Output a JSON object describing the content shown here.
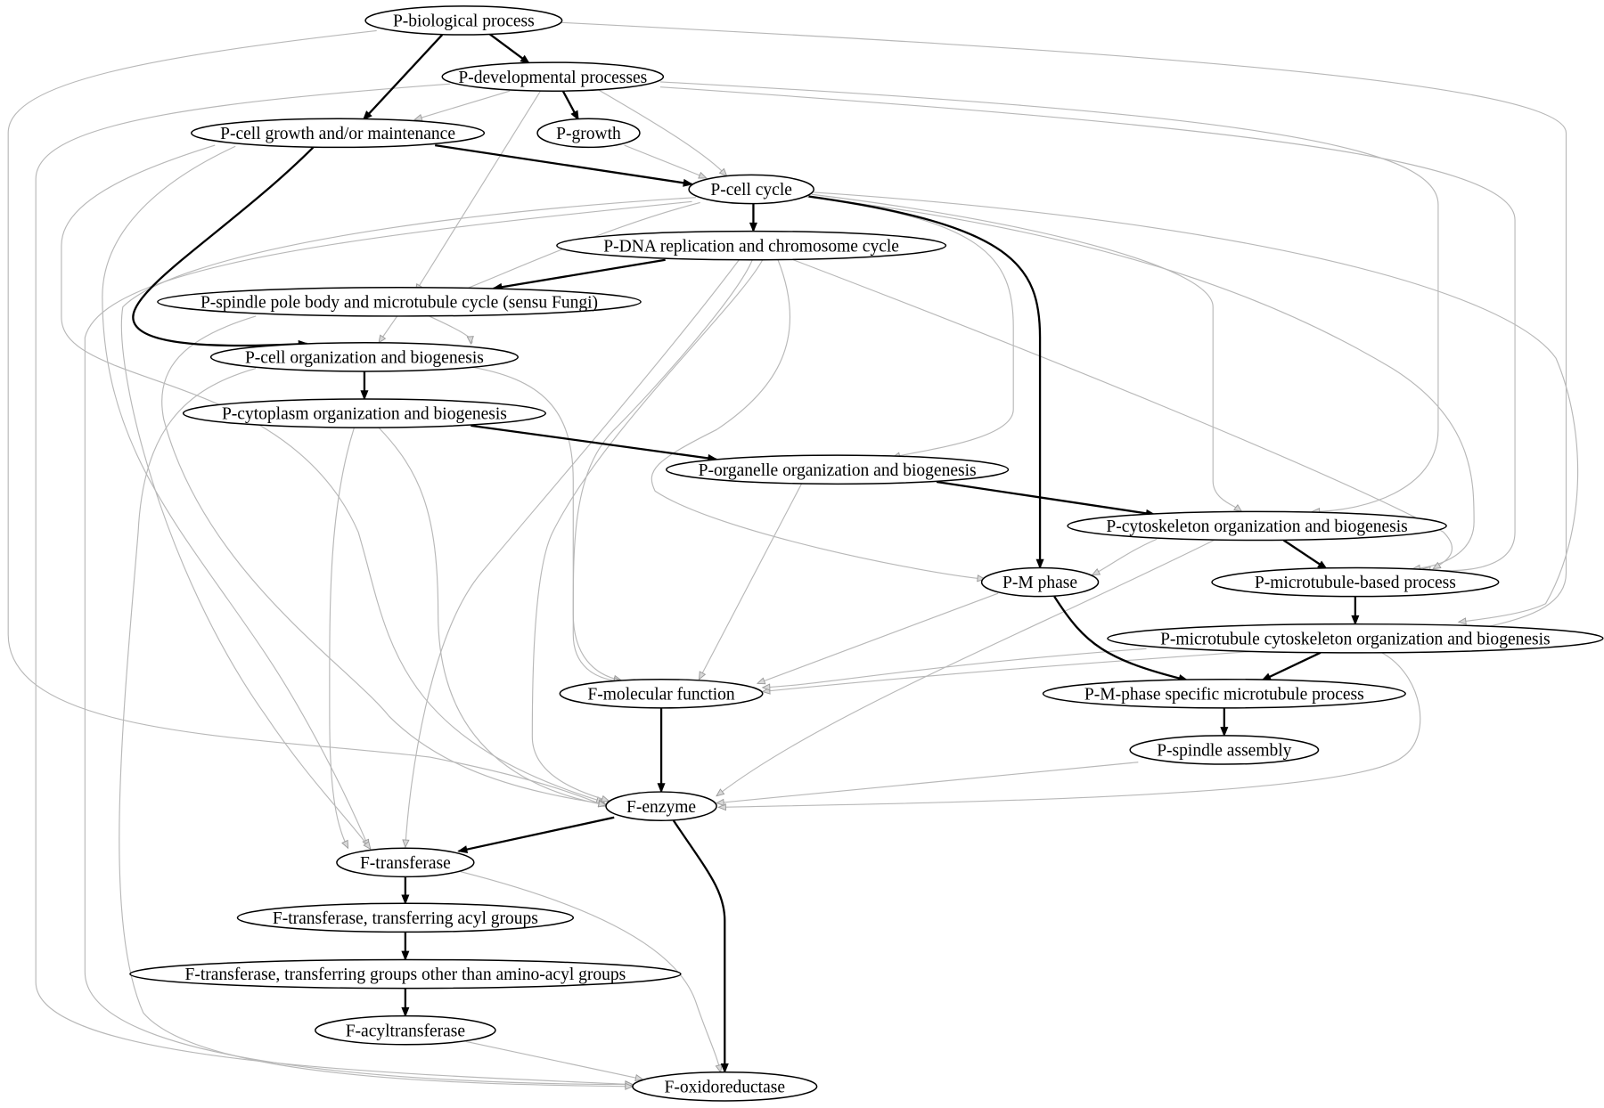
{
  "diagram": {
    "type": "directed-acyclic-graph",
    "nodes": [
      {
        "id": "bio",
        "label": "P-biological process"
      },
      {
        "id": "dev",
        "label": "P-developmental processes"
      },
      {
        "id": "cgm",
        "label": "P-cell growth and/or maintenance"
      },
      {
        "id": "growth",
        "label": "P-growth"
      },
      {
        "id": "cc",
        "label": "P-cell cycle"
      },
      {
        "id": "dna",
        "label": "P-DNA replication and chromosome cycle"
      },
      {
        "id": "spb",
        "label": "P-spindle pole body and microtubule cycle (sensu Fungi)"
      },
      {
        "id": "cob",
        "label": "P-cell organization and biogenesis"
      },
      {
        "id": "cyto",
        "label": "P-cytoplasm organization and biogenesis"
      },
      {
        "id": "org",
        "label": "P-organelle organization and biogenesis"
      },
      {
        "id": "csk",
        "label": "P-cytoskeleton organization and biogenesis"
      },
      {
        "id": "mph",
        "label": "P-M phase"
      },
      {
        "id": "mtb",
        "label": "P-microtubule-based process"
      },
      {
        "id": "mtc",
        "label": "P-microtubule cytoskeleton organization and biogenesis"
      },
      {
        "id": "mf",
        "label": "F-molecular function"
      },
      {
        "id": "mps",
        "label": "P-M-phase specific microtubule process"
      },
      {
        "id": "spa",
        "label": "P-spindle assembly"
      },
      {
        "id": "enz",
        "label": "F-enzyme"
      },
      {
        "id": "tr",
        "label": "F-transferase"
      },
      {
        "id": "tra",
        "label": "F-transferase, transferring acyl groups"
      },
      {
        "id": "trg",
        "label": "F-transferase, transferring groups other than amino-acyl groups"
      },
      {
        "id": "acy",
        "label": "F-acyltransferase"
      },
      {
        "id": "oxi",
        "label": "F-oxidoreductase"
      }
    ],
    "edges": [
      {
        "from": "bio",
        "to": "dev",
        "style": "strong"
      },
      {
        "from": "bio",
        "to": "cgm",
        "style": "strong"
      },
      {
        "from": "dev",
        "to": "growth",
        "style": "strong"
      },
      {
        "from": "cgm",
        "to": "cc",
        "style": "strong"
      },
      {
        "from": "cgm",
        "to": "cob",
        "style": "strong"
      },
      {
        "from": "cc",
        "to": "dna",
        "style": "strong"
      },
      {
        "from": "cc",
        "to": "mph",
        "style": "strong"
      },
      {
        "from": "dna",
        "to": "spb",
        "style": "strong"
      },
      {
        "from": "cob",
        "to": "cyto",
        "style": "strong"
      },
      {
        "from": "cyto",
        "to": "org",
        "style": "strong"
      },
      {
        "from": "org",
        "to": "csk",
        "style": "strong"
      },
      {
        "from": "csk",
        "to": "mtb",
        "style": "strong"
      },
      {
        "from": "mtb",
        "to": "mtc",
        "style": "strong"
      },
      {
        "from": "mtc",
        "to": "mps",
        "style": "strong"
      },
      {
        "from": "mph",
        "to": "mps",
        "style": "strong"
      },
      {
        "from": "mps",
        "to": "spa",
        "style": "strong"
      },
      {
        "from": "mf",
        "to": "enz",
        "style": "strong"
      },
      {
        "from": "enz",
        "to": "tr",
        "style": "strong"
      },
      {
        "from": "enz",
        "to": "oxi",
        "style": "strong"
      },
      {
        "from": "tr",
        "to": "tra",
        "style": "strong"
      },
      {
        "from": "tra",
        "to": "trg",
        "style": "strong"
      },
      {
        "from": "trg",
        "to": "acy",
        "style": "strong"
      },
      {
        "from": "bio",
        "to": "enz",
        "style": "weak"
      },
      {
        "from": "bio",
        "to": "mf",
        "style": "weak"
      },
      {
        "from": "dev",
        "to": "cgm",
        "style": "weak"
      },
      {
        "from": "dev",
        "to": "cc",
        "style": "weak"
      },
      {
        "from": "dev",
        "to": "spb",
        "style": "weak"
      },
      {
        "from": "dev",
        "to": "csk",
        "style": "weak"
      },
      {
        "from": "dev",
        "to": "mtb",
        "style": "weak"
      },
      {
        "from": "dev",
        "to": "oxi",
        "style": "weak"
      },
      {
        "from": "growth",
        "to": "cc",
        "style": "weak"
      },
      {
        "from": "cgm",
        "to": "enz",
        "style": "weak"
      },
      {
        "from": "cgm",
        "to": "tr",
        "style": "weak"
      },
      {
        "from": "cc",
        "to": "cob",
        "style": "weak"
      },
      {
        "from": "cc",
        "to": "org",
        "style": "weak"
      },
      {
        "from": "cc",
        "to": "csk",
        "style": "weak"
      },
      {
        "from": "cc",
        "to": "mtb",
        "style": "weak"
      },
      {
        "from": "cc",
        "to": "mtc",
        "style": "weak"
      },
      {
        "from": "cc",
        "to": "tr",
        "style": "weak"
      },
      {
        "from": "cc",
        "to": "oxi",
        "style": "weak"
      },
      {
        "from": "dna",
        "to": "mf",
        "style": "weak"
      },
      {
        "from": "dna",
        "to": "enz",
        "style": "weak"
      },
      {
        "from": "dna",
        "to": "tr",
        "style": "weak"
      },
      {
        "from": "dna",
        "to": "mph",
        "style": "weak"
      },
      {
        "from": "dna",
        "to": "mtb",
        "style": "weak"
      },
      {
        "from": "spb",
        "to": "cob",
        "style": "weak"
      },
      {
        "from": "spb",
        "to": "enz",
        "style": "weak"
      },
      {
        "from": "cob",
        "to": "mf",
        "style": "weak"
      },
      {
        "from": "cob",
        "to": "oxi",
        "style": "weak"
      },
      {
        "from": "cyto",
        "to": "enz",
        "style": "weak"
      },
      {
        "from": "cyto",
        "to": "tr",
        "style": "weak"
      },
      {
        "from": "org",
        "to": "mf",
        "style": "weak"
      },
      {
        "from": "csk",
        "to": "mph",
        "style": "weak"
      },
      {
        "from": "csk",
        "to": "enz",
        "style": "weak"
      },
      {
        "from": "mph",
        "to": "mf",
        "style": "weak"
      },
      {
        "from": "mtc",
        "to": "mf",
        "style": "weak"
      },
      {
        "from": "mtc",
        "to": "enz",
        "style": "weak"
      },
      {
        "from": "spa",
        "to": "enz",
        "style": "weak"
      },
      {
        "from": "tr",
        "to": "oxi",
        "style": "weak"
      },
      {
        "from": "acy",
        "to": "oxi",
        "style": "weak"
      }
    ]
  }
}
